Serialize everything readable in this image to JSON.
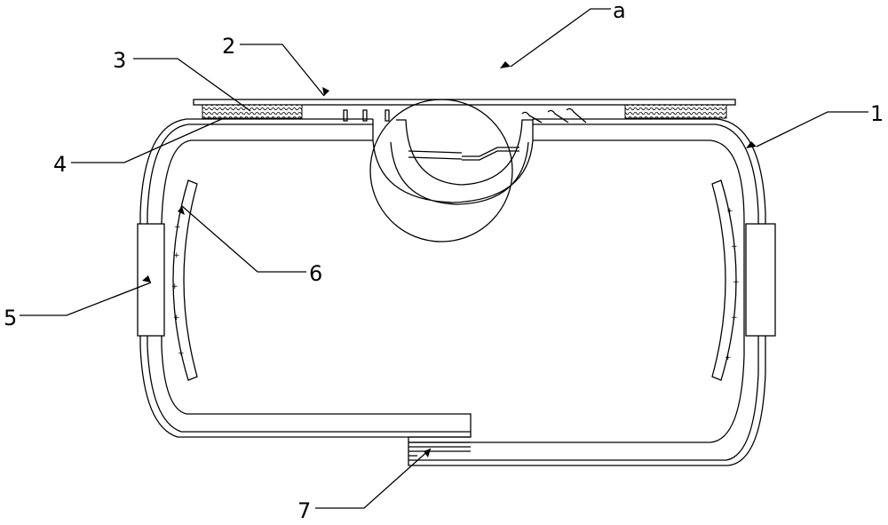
{
  "labels": {
    "a": "a",
    "n1": "1",
    "n2": "2",
    "n3": "3",
    "n4": "4",
    "n5": "5",
    "n6": "6",
    "n7": "7"
  },
  "colors": {
    "line": "#000000",
    "background": "#ffffff"
  }
}
